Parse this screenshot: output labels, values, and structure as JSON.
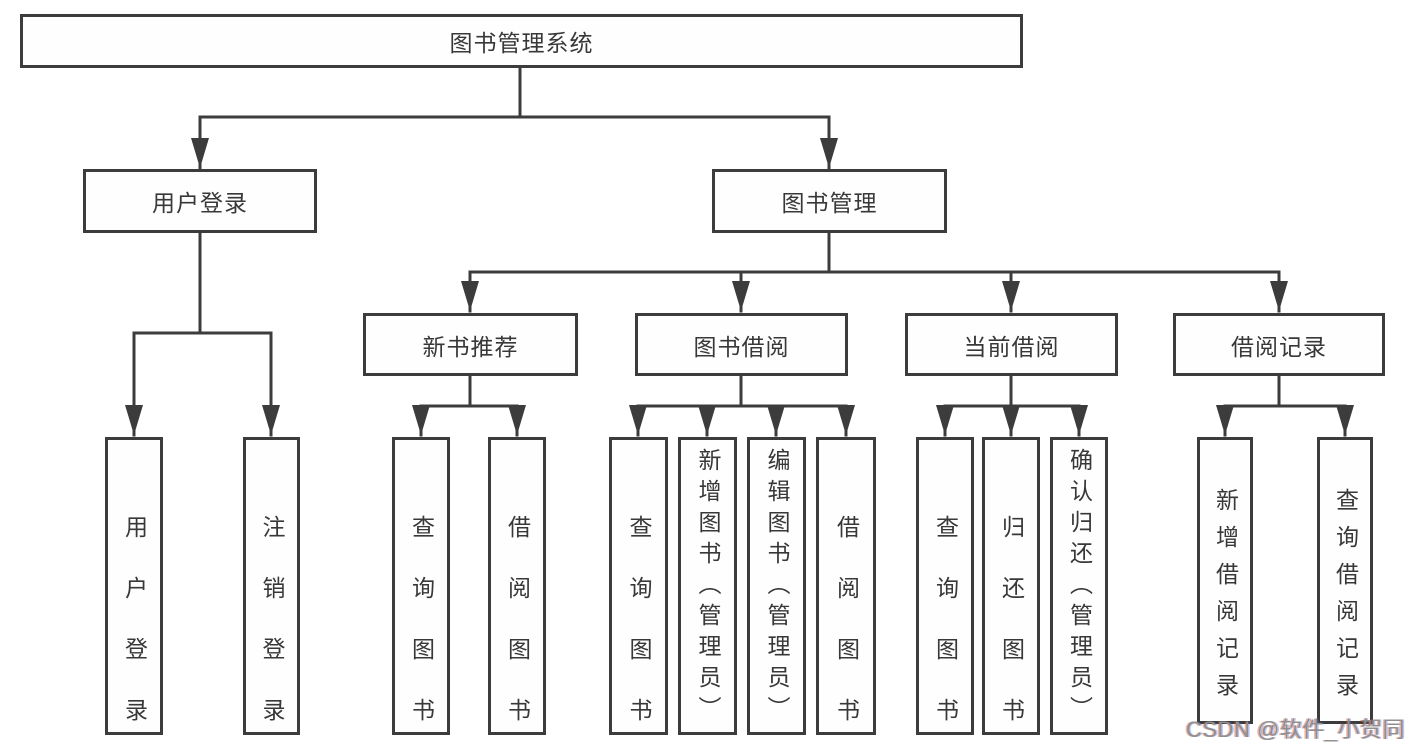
{
  "diagram": {
    "title": {
      "label": "图书管理系统"
    },
    "level2": [
      {
        "id": "user-login",
        "label": "用户登录",
        "parent": "图书管理系统"
      },
      {
        "id": "book-management",
        "label": "图书管理",
        "parent": "图书管理系统"
      }
    ],
    "level3": [
      {
        "id": "new-book-recommend",
        "label": "新书推荐",
        "parent": "图书管理"
      },
      {
        "id": "book-borrow",
        "label": "图书借阅",
        "parent": "图书管理"
      },
      {
        "id": "current-borrow",
        "label": "当前借阅",
        "parent": "图书管理"
      },
      {
        "id": "borrow-records",
        "label": "借阅记录",
        "parent": "图书管理"
      }
    ],
    "leaves": [
      {
        "id": "leaf-user-login",
        "label": "用户登录",
        "parent": "用户登录"
      },
      {
        "id": "leaf-logout",
        "label": "注销登录",
        "parent": "用户登录"
      },
      {
        "id": "leaf-query-books-1",
        "label": "查询图书",
        "parent": "新书推荐"
      },
      {
        "id": "leaf-borrow-books-1",
        "label": "借阅图书",
        "parent": "新书推荐"
      },
      {
        "id": "leaf-query-books-2",
        "label": "查询图书",
        "parent": "图书借阅"
      },
      {
        "id": "leaf-add-books",
        "label": "新增图书（管理员）",
        "parent": "图书借阅"
      },
      {
        "id": "leaf-edit-books",
        "label": "编辑图书（管理员）",
        "parent": "图书借阅"
      },
      {
        "id": "leaf-borrow-books-2",
        "label": "借阅图书",
        "parent": "图书借阅"
      },
      {
        "id": "leaf-query-books-3",
        "label": "查询图书",
        "parent": "当前借阅"
      },
      {
        "id": "leaf-return-books",
        "label": "归还图书",
        "parent": "当前借阅"
      },
      {
        "id": "leaf-confirm-return",
        "label": "确认归还（管理员）",
        "parent": "当前借阅"
      },
      {
        "id": "leaf-add-borrow-record",
        "label": "新增借阅记录",
        "parent": "借阅记录"
      },
      {
        "id": "leaf-query-borrow-record",
        "label": "查询借阅记录",
        "parent": "借阅记录"
      }
    ],
    "colors": {
      "line": "#3c3c3c",
      "text": "#383838",
      "box_background": "#fefefe",
      "page_background": "#ffffff",
      "watermark": "#8f8f8f"
    },
    "watermark": {
      "text": "CSDN @软件_小贺同学"
    }
  }
}
